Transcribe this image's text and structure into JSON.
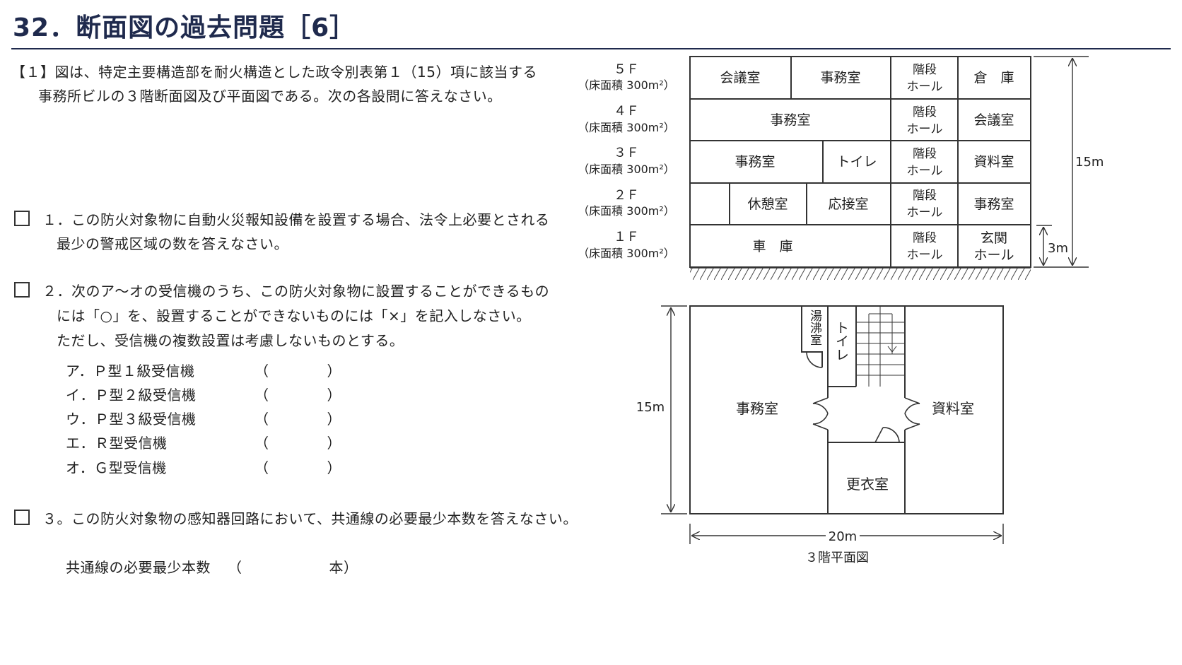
{
  "header": {
    "title": "32．断面図の過去問題［6］"
  },
  "question": {
    "line1": "【１】図は、特定主要構造部を耐火構造とした政令別表第１（15）項に該当する",
    "line2": "事務所ビルの３階断面図及び平面図である。次の各設問に答えなさい。"
  },
  "q1": {
    "line1": "１．この防火対象物に自動火災報知設備を設置する場合、法令上必要とされる",
    "line2": "最少の警戒区域の数を答えなさい。"
  },
  "q2": {
    "line1": "２．次のア～オの受信機のうち、この防火対象物に設置することができるもの",
    "line2": "には「○」を、設置することができないものには「×」を記入しなさい。",
    "line3": "ただし、受信機の複数設置は考慮しないものとする。",
    "options": [
      {
        "label": "ア．Ｐ型１級受信機",
        "paren": "（　　　　）"
      },
      {
        "label": "イ．Ｐ型２級受信機",
        "paren": "（　　　　）"
      },
      {
        "label": "ウ．Ｐ型３級受信機",
        "paren": "（　　　　）"
      },
      {
        "label": "エ．Ｒ型受信機",
        "paren": "（　　　　）"
      },
      {
        "label": "オ．Ｇ型受信機",
        "paren": "（　　　　）"
      }
    ]
  },
  "q3": {
    "line1": "３。この防火対象物の感知器回路において、共通線の必要最少本数を答えなさい。",
    "answer_label": "共通線の必要最少本数",
    "answer_paren": "（　　　　　　本）"
  },
  "section": {
    "floors": [
      {
        "name": "５Ｆ",
        "area": "（床面積 300m²）"
      },
      {
        "name": "４Ｆ",
        "area": "（床面積 300m²）"
      },
      {
        "name": "３Ｆ",
        "area": "（床面積 300m²）"
      },
      {
        "name": "２Ｆ",
        "area": "（床面積 300m²）"
      },
      {
        "name": "１Ｆ",
        "area": "（床面積 300m²）"
      }
    ],
    "rooms": {
      "f5_meeting": "会議室",
      "f5_office": "事務室",
      "stairs_a": "階段",
      "stairs_b": "ホール",
      "f5_storage": "倉　庫",
      "f4_office": "事務室",
      "f4_meeting": "会議室",
      "f3_office": "事務室",
      "f3_toilet": "トイレ",
      "f3_archive": "資料室",
      "f2_rest": "休憩室",
      "f2_reception": "応接室",
      "f2_office": "事務室",
      "f1_garage": "車　庫",
      "f1_entrance_a": "玄関",
      "f1_entrance_b": "ホール"
    },
    "height_total": "15m",
    "height_1f": "3m"
  },
  "plan": {
    "office": "事務室",
    "archive": "資料室",
    "changing": "更衣室",
    "kitchen": "湯沸室",
    "toilet": "トイレ",
    "depth": "15m",
    "width": "20m",
    "caption": "３階平面図"
  }
}
